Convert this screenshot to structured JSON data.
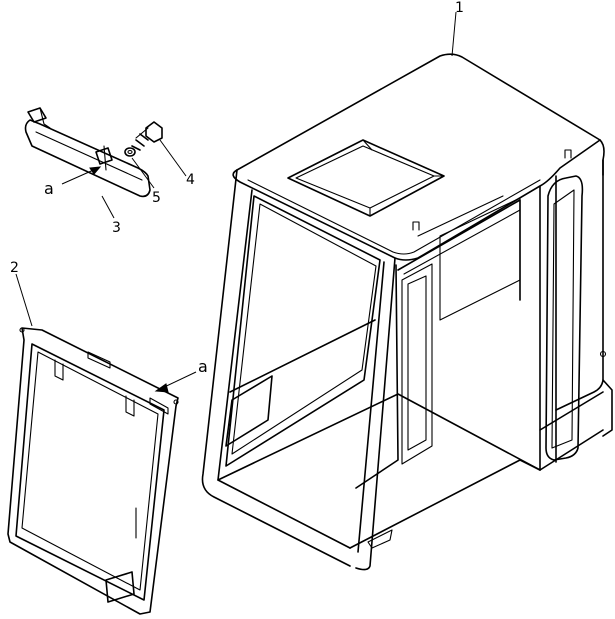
{
  "callouts": {
    "c1": "1",
    "c2": "2",
    "c3": "3",
    "c4": "4",
    "c5": "5",
    "ref_a_visor": "a",
    "ref_a_door": "a"
  }
}
